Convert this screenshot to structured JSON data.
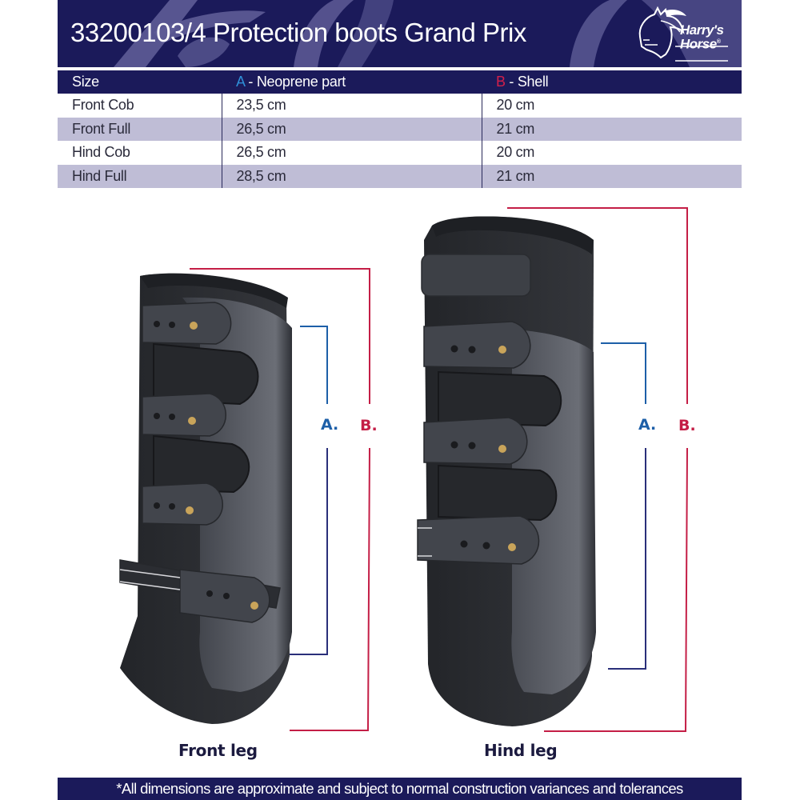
{
  "header": {
    "title": "33200103/4 Protection boots Grand Prix",
    "brand": {
      "line1": "Harry's",
      "line2": "Horse",
      "mark": "®",
      "icon": "horse-head-logo"
    },
    "colors": {
      "banner": "#1b1a5a",
      "swoosh": "#5e5c96"
    }
  },
  "table": {
    "headers": {
      "size": "Size",
      "a_letter": "A",
      "a_label": " - Neoprene part",
      "b_letter": "B",
      "b_label": " - Shell"
    },
    "rows": [
      {
        "size": "Front Cob",
        "neoprene": "23,5 cm",
        "shell": "20 cm"
      },
      {
        "size": "Front Full",
        "neoprene": "26,5 cm",
        "shell": "21 cm"
      },
      {
        "size": "Hind Cob",
        "neoprene": "26,5 cm",
        "shell": "20 cm"
      },
      {
        "size": "Hind Full",
        "neoprene": "28,5 cm",
        "shell": "21 cm"
      }
    ],
    "colors": {
      "a_letter": "#2e8fd8",
      "b_letter": "#d21f4a",
      "alt_row": "#bfbdd6"
    }
  },
  "illustration": {
    "front": {
      "caption": "Front leg",
      "label_a": "A.",
      "label_b": "B."
    },
    "hind": {
      "caption": "Hind leg",
      "label_a": "A.",
      "label_b": "B."
    },
    "colors": {
      "dimension_a": "#1d5fa8",
      "dimension_b": "#c41e46"
    }
  },
  "footer": {
    "note": "*All dimensions are approximate and subject to normal construction variances and tolerances"
  }
}
